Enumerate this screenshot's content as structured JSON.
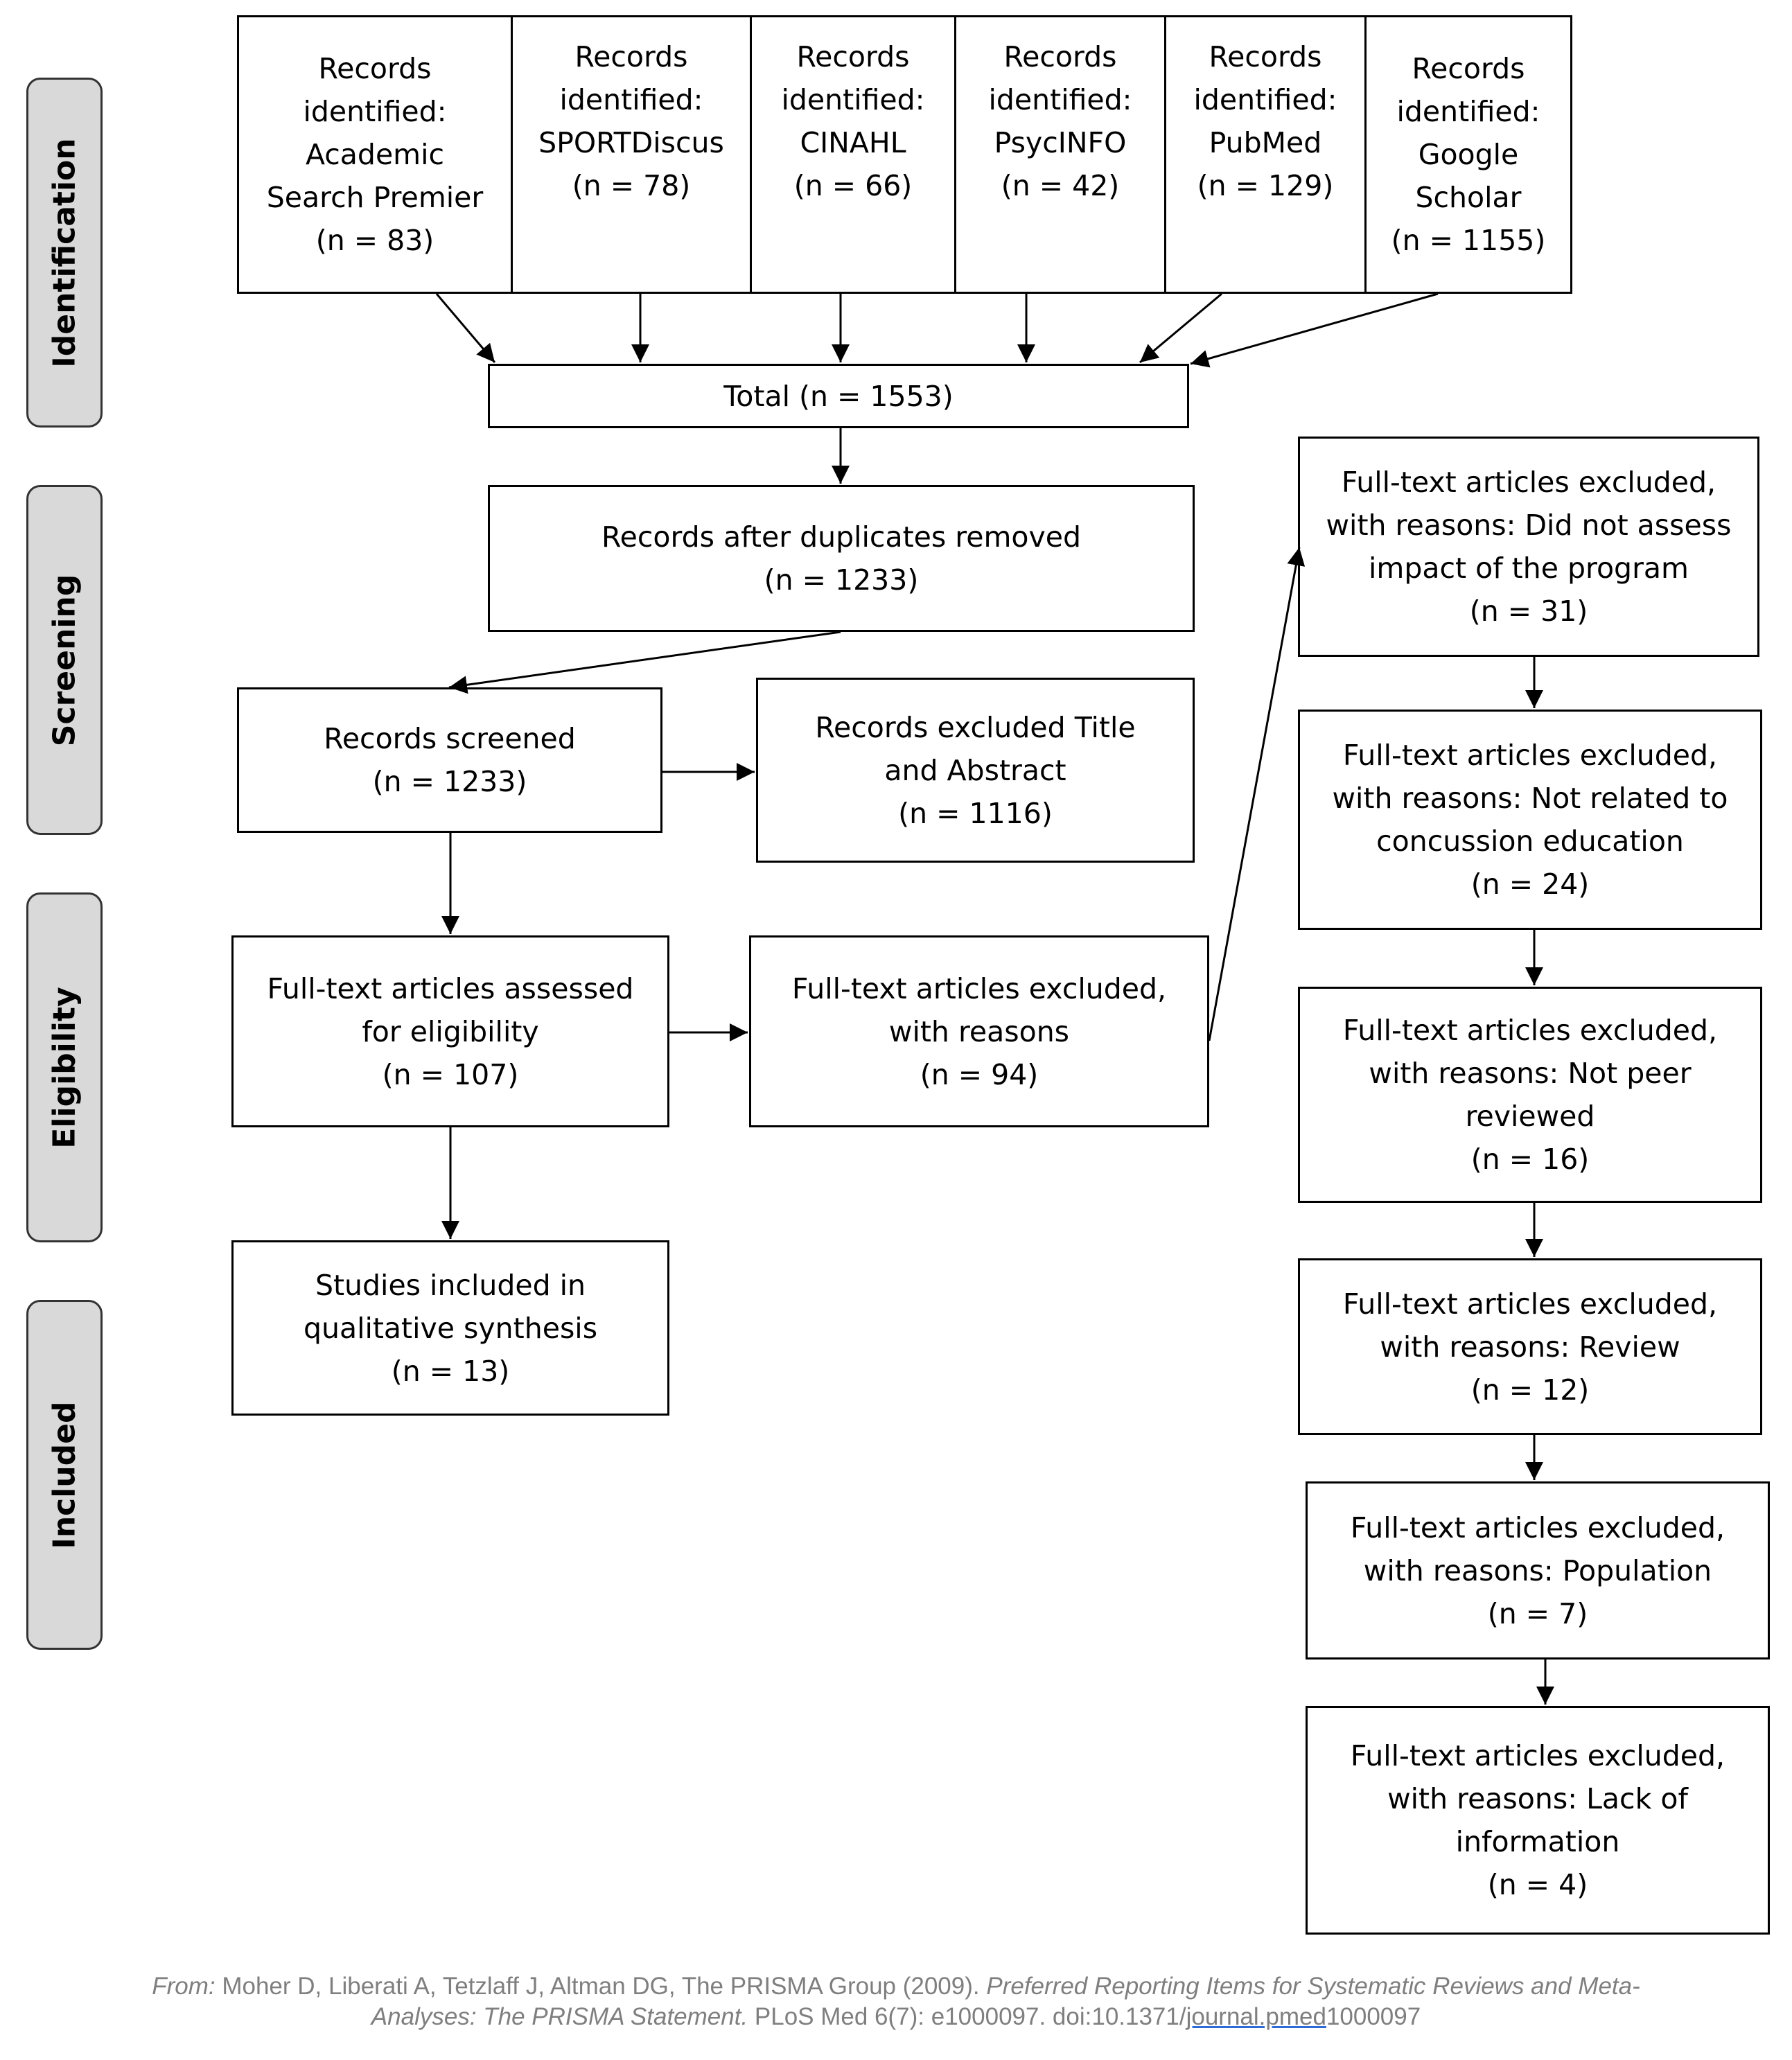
{
  "stages": {
    "identification": "Identification",
    "screening": "Screening",
    "eligibility": "Eligibility",
    "included": "Included"
  },
  "sources": [
    {
      "label": "Records\nidentified:\nAcademic\nSearch Premier\n(n = 83)"
    },
    {
      "label": "Records\nidentified:\nSPORTDiscus\n(n = 78)"
    },
    {
      "label": "Records\nidentified:\nCINAHL\n(n = 66)"
    },
    {
      "label": "Records\nidentified:\nPsycINFO\n(n = 42)"
    },
    {
      "label": "Records\nidentified:\nPubMed\n(n = 129)"
    },
    {
      "label": "Records\nidentified:\nGoogle\nScholar\n(n = 1155)"
    }
  ],
  "total": "Total (n = 1553)",
  "after_duplicates": "Records after duplicates removed\n(n = 1233)",
  "screened": "Records screened\n(n = 1233)",
  "excluded_title_abstract": "Records excluded Title\nand Abstract\n(n = 1116)",
  "fulltext_assessed": "Full-text articles assessed\nfor eligibility\n(n = 107)",
  "fulltext_excluded": "Full-text articles excluded,\nwith reasons\n(n = 94)",
  "included": "Studies included in\nqualitative synthesis\n(n = 13)",
  "reasons": [
    {
      "label": "Full-text articles excluded,\nwith reasons: Did not assess\nimpact of the program\n(n = 31)"
    },
    {
      "label": "Full-text articles excluded,\nwith reasons: Not related to\nconcussion education\n(n = 24)"
    },
    {
      "label": "Full-text articles excluded,\nwith reasons: Not peer\nreviewed\n(n = 16)"
    },
    {
      "label": "Full-text articles excluded,\nwith reasons: Review\n(n = 12)"
    },
    {
      "label": "Full-text articles excluded,\nwith reasons: Population\n(n = 7)"
    },
    {
      "label": "Full-text articles excluded,\nwith reasons: Lack of\ninformation\n(n = 4)"
    }
  ],
  "citation": {
    "from": "From:",
    "authors": "Moher D, Liberati A, Tetzlaff J, Altman DG, The PRISMA Group (2009).",
    "title_line1": "Preferred Reporting Items for Systematic Reviews and Meta-",
    "title_line2": "Analyses: The PRISMA Statement.",
    "journal": "PLoS Med 6(7): e1000097. doi:10.1371/",
    "link": "journal.pmed",
    "suffix": "1000097"
  }
}
